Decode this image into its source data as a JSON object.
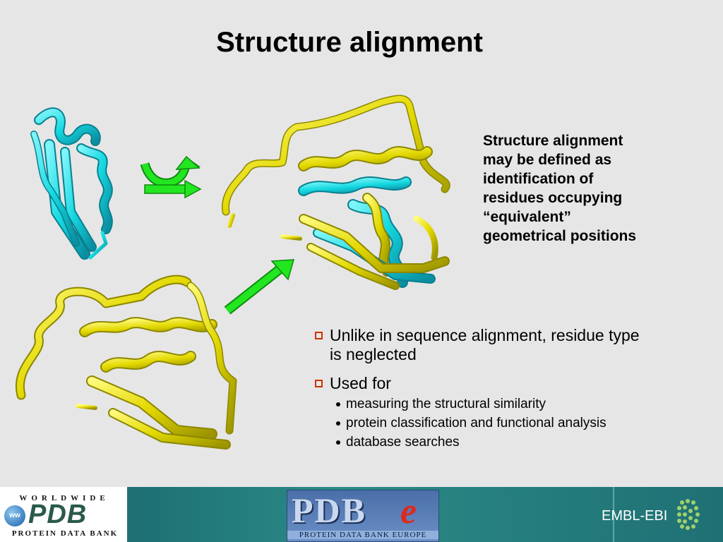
{
  "slide": {
    "title": "Structure alignment",
    "definition": [
      "Structure alignment",
      "may be defined as",
      "identification of",
      "residues occupying",
      "“equivalent”",
      "geometrical positions"
    ],
    "bullets": [
      {
        "lines": [
          "Unlike in sequence alignment, residue type",
          "is neglected"
        ]
      },
      {
        "lines": [
          "Used for"
        ]
      }
    ],
    "sub_bullets": [
      "measuring the structural similarity",
      "protein classification and functional analysis",
      "database searches"
    ]
  },
  "footer": {
    "wwpdb": {
      "top": "WORLDWIDE",
      "mid": "PDB",
      "globe": "ww",
      "bottom": "PROTEIN DATA BANK"
    },
    "pdbe": {
      "letters": "PDB",
      "e": "e",
      "subtitle": "PROTEIN DATA BANK EUROPE"
    },
    "ebi": "EMBL-EBI"
  },
  "colors": {
    "cyan_protein": "#15d8e0",
    "yellow_protein": "#e2d800",
    "arrow_green": "#22e61f",
    "bullet_box": "#cc3300",
    "footer_band": "#2b8a86"
  }
}
